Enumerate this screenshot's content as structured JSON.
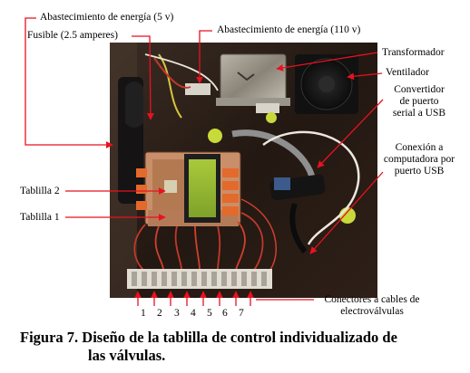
{
  "labels": {
    "energy_5v": "Abastecimiento de energía (5 v)",
    "energy_110v": "Abastecimiento de energía (110 v)",
    "fuse": "Fusible (2.5 amperes)",
    "transformer": "Transformador",
    "fan": "Ventilador",
    "converter_l1": "Convertidor",
    "converter_l2": "de puerto",
    "converter_l3": "serial a USB",
    "usb_l1": "Conexión a",
    "usb_l2": "computadora por",
    "usb_l3": "puerto USB",
    "board2": "Tablilla 2",
    "board1": "Tablilla 1",
    "connectors_l1": "Conectores a cables de",
    "connectors_l2": "electroválvulas"
  },
  "connector_numbers": [
    "1",
    "2",
    "3",
    "4",
    "5",
    "6",
    "7"
  ],
  "caption": {
    "line1": "Figura 7. Diseño de la tablilla de control individualizado de",
    "line2": "las válvulas."
  },
  "colors": {
    "arrow": "#e8121f",
    "board_background": "#2a1e18"
  }
}
